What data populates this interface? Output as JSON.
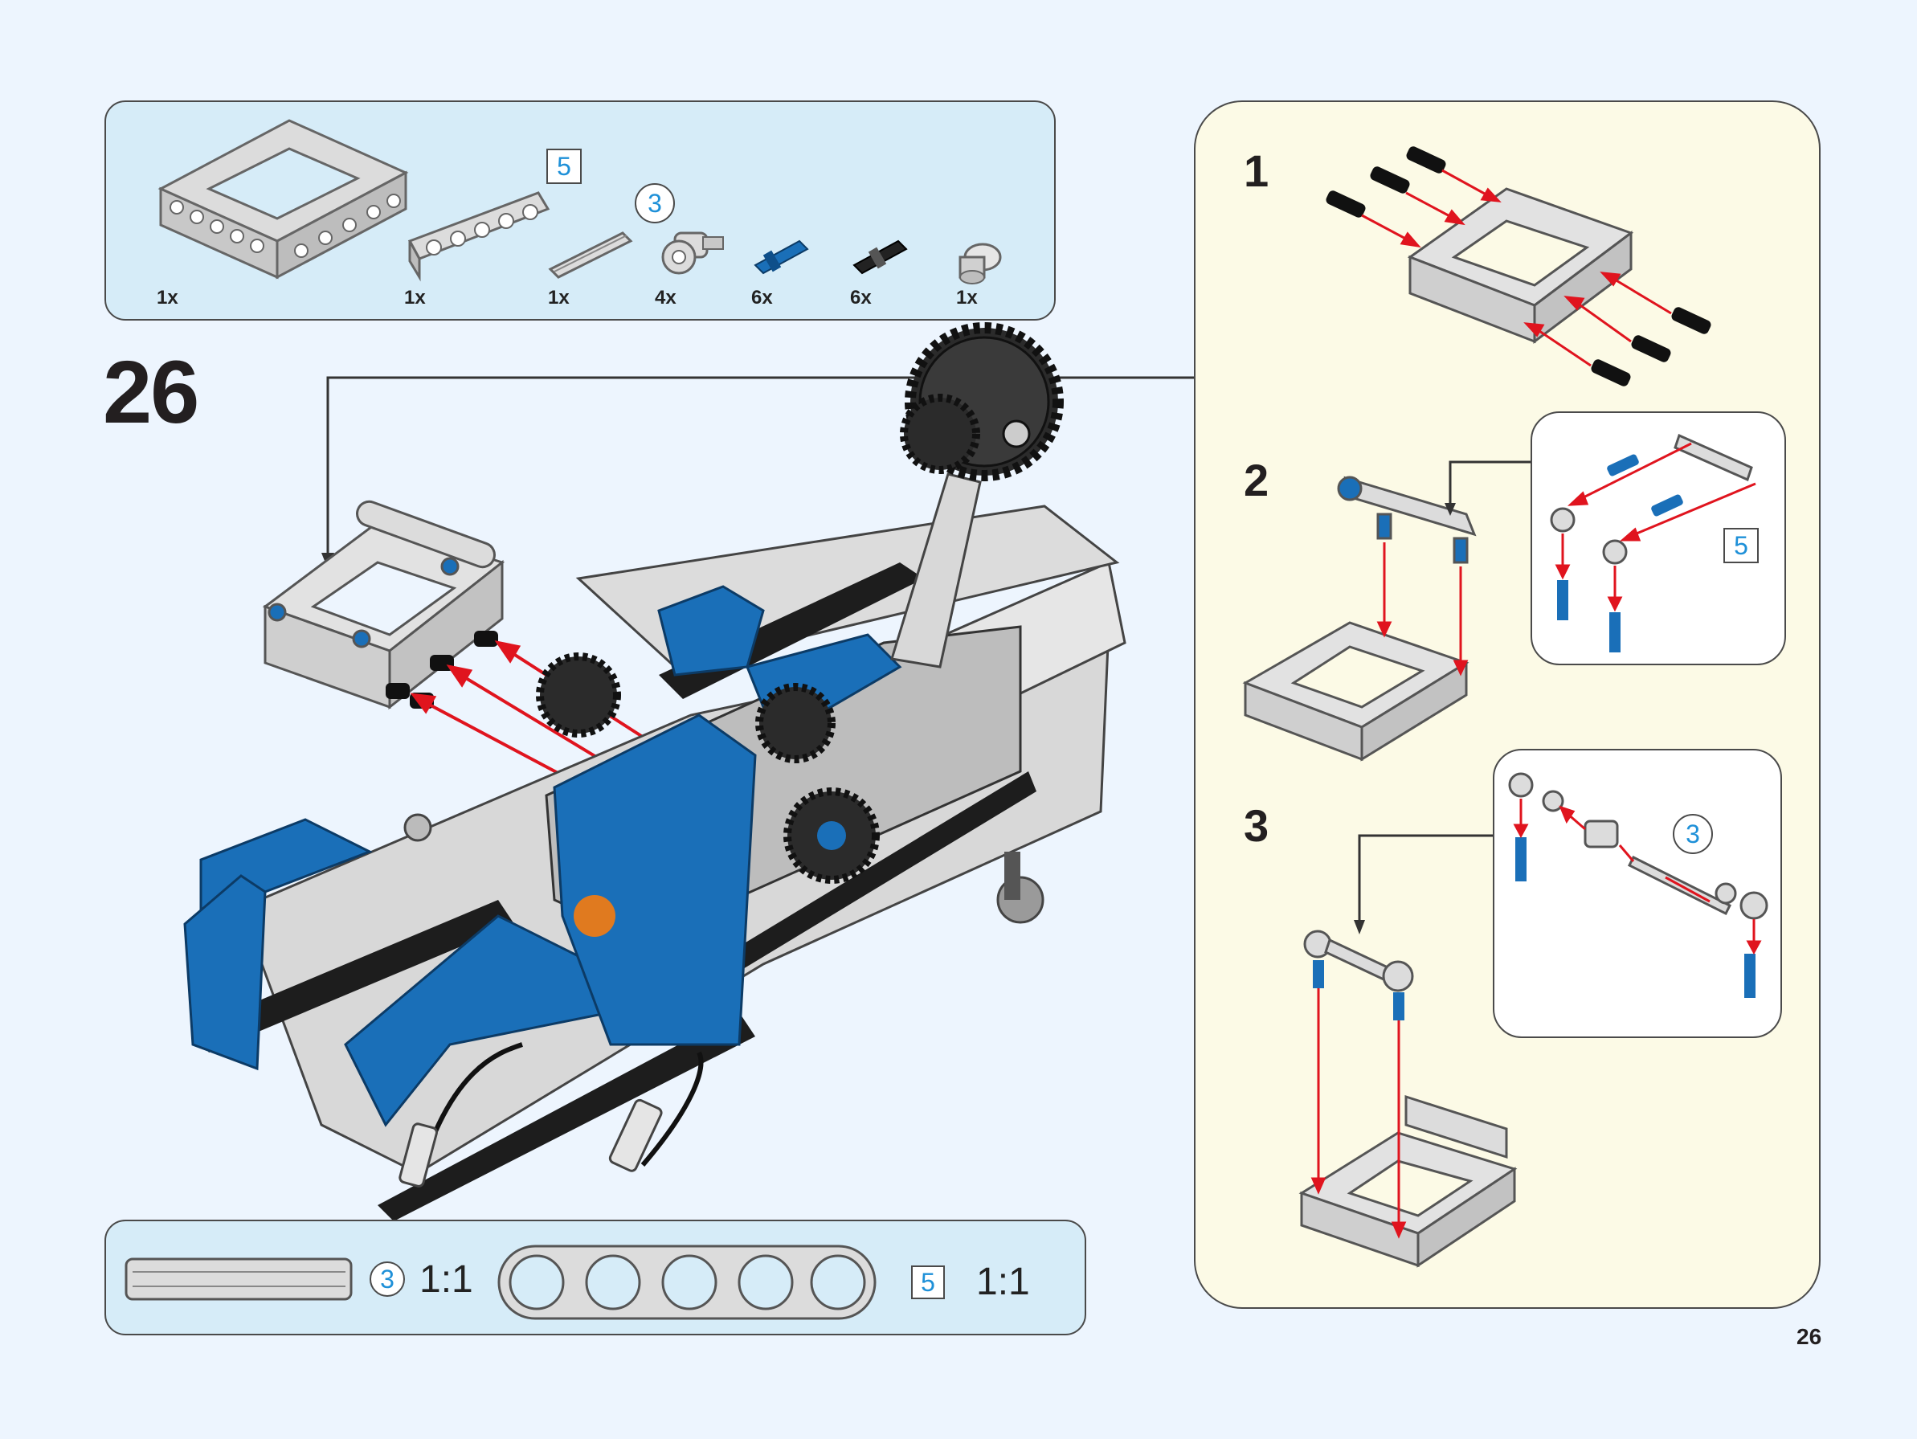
{
  "step": {
    "number": "26"
  },
  "page": {
    "number": "26"
  },
  "parts": [
    {
      "qty": "1x",
      "icon": "large-frame-icon"
    },
    {
      "qty": "1x",
      "icon": "beam-5-icon",
      "badge": "5"
    },
    {
      "qty": "1x",
      "icon": "axle-3-icon",
      "badge": "3"
    },
    {
      "qty": "4x",
      "icon": "axle-pin-connector-icon"
    },
    {
      "qty": "6x",
      "icon": "blue-axle-pin-icon"
    },
    {
      "qty": "6x",
      "icon": "black-friction-pin-icon"
    },
    {
      "qty": "1x",
      "icon": "bush-icon"
    }
  ],
  "substeps": [
    {
      "number": "1"
    },
    {
      "number": "2",
      "badge": "5"
    },
    {
      "number": "3",
      "badge": "3"
    }
  ],
  "scale": {
    "axle_badge": "3",
    "axle_ratio": "1:1",
    "beam_badge": "5",
    "beam_ratio": "1:1"
  },
  "colors": {
    "background": "#edf5fe",
    "panel_blue": "#d6ecf8",
    "panel_yellow": "#fcfae6",
    "arrow_red": "#e0141e",
    "lego_blue": "#1a6fb8",
    "badge_blue": "#1e90d8"
  }
}
